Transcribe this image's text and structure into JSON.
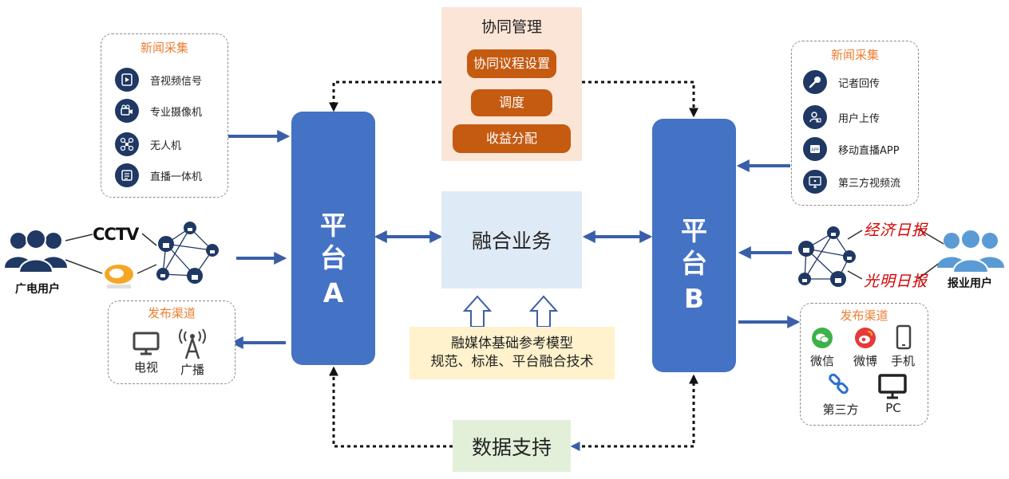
{
  "coordination": {
    "title": "协同管理",
    "items": [
      "协同议程设置",
      "调度",
      "收益分配"
    ]
  },
  "fusion": "融合业务",
  "reference_model": {
    "line1": "融媒体基础参考模型",
    "line2": "规范、标准、平台融合技术"
  },
  "data_support": "数据支持",
  "platform_a": {
    "line1": "平",
    "line2": "台",
    "line3": "A"
  },
  "platform_b": {
    "line1": "平",
    "line2": "台",
    "line3": "B"
  },
  "left_news": {
    "title": "新闻采集",
    "items": [
      {
        "icon": "video-signal-icon",
        "label": "音视频信号"
      },
      {
        "icon": "camera-icon",
        "label": "专业摄像机"
      },
      {
        "icon": "drone-icon",
        "label": "无人机"
      },
      {
        "icon": "broadcast-box-icon",
        "label": "直播一体机"
      }
    ]
  },
  "right_news": {
    "title": "新闻采集",
    "items": [
      {
        "icon": "microphone-icon",
        "label": "记者回传"
      },
      {
        "icon": "user-upload-icon",
        "label": "用户上传"
      },
      {
        "icon": "app-icon",
        "label": "移动直播APP"
      },
      {
        "icon": "screen-icon",
        "label": "第三方视频流"
      }
    ]
  },
  "left_publish": {
    "title": "发布渠道",
    "items": [
      {
        "icon": "tv-icon",
        "label": "电视"
      },
      {
        "icon": "antenna-icon",
        "label": "广播"
      }
    ]
  },
  "right_publish": {
    "title": "发布渠道",
    "items": [
      {
        "icon": "wechat-icon",
        "label": "微信"
      },
      {
        "icon": "weibo-icon",
        "label": "微博"
      },
      {
        "icon": "phone-icon",
        "label": "手机"
      },
      {
        "icon": "link-icon",
        "label": "第三方"
      },
      {
        "icon": "monitor-icon",
        "label": "PC"
      }
    ]
  },
  "left_user": {
    "label": "广电用户",
    "logos": [
      "CCTV"
    ]
  },
  "right_user": {
    "label": "报业用户",
    "logos": [
      "经济日报",
      "光明日报"
    ]
  },
  "colors": {
    "platform": "#4472c4",
    "coord_bg": "#fbe5d6",
    "pill": "#c55a11",
    "fusion_bg": "#deebf7",
    "ref_bg": "#fff2cc",
    "data_bg": "#e2f0d9",
    "accent_title": "#ed7d31",
    "icon_circle": "#1f3864",
    "arrow": "#3a5fa8"
  }
}
